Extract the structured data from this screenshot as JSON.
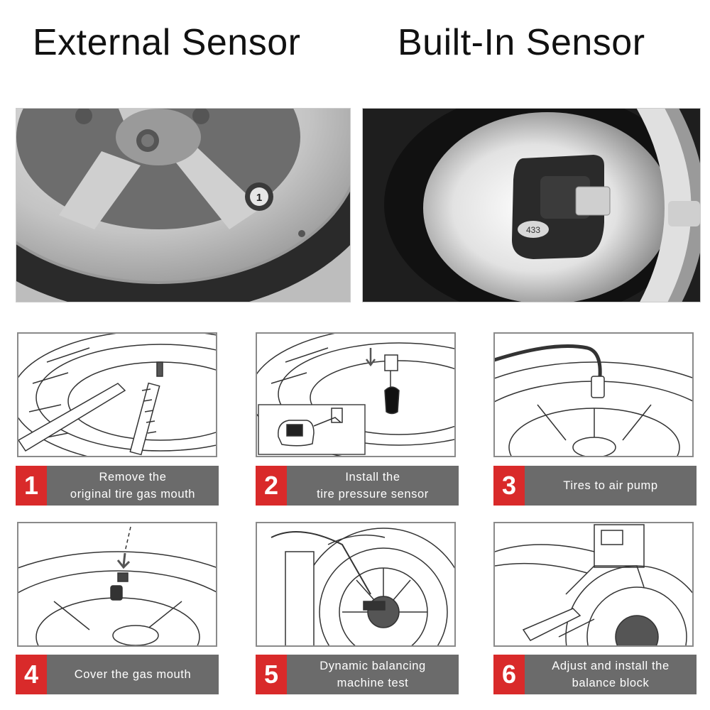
{
  "headings": {
    "external": "External Sensor",
    "builtin": "Built-In Sensor"
  },
  "photos": {
    "external_valve_cap_number": "1",
    "builtin_sensor_label": "433"
  },
  "steps": [
    {
      "number": "1",
      "line1": "Remove the",
      "line2": "original tire gas mouth"
    },
    {
      "number": "2",
      "line1": "Install the",
      "line2": "tire pressure sensor"
    },
    {
      "number": "3",
      "line1": "Tires to air pump",
      "line2": ""
    },
    {
      "number": "4",
      "line1": "Cover the gas mouth",
      "line2": ""
    },
    {
      "number": "5",
      "line1": "Dynamic balancing",
      "line2": "machine test"
    },
    {
      "number": "6",
      "line1": "Adjust and install the",
      "line2": "balance block"
    }
  ],
  "colors": {
    "step_number_bg": "#d92a2a",
    "caption_bg": "#6b6b6b",
    "panel_border": "#8a8a8a"
  }
}
